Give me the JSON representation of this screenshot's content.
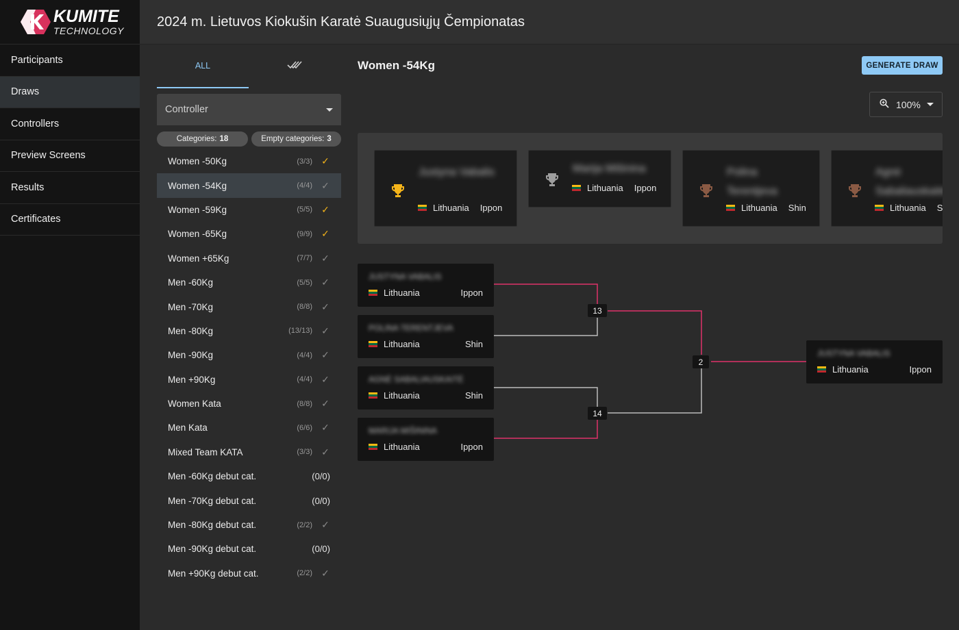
{
  "app": {
    "logo_title": "KUMITE",
    "logo_subtitle": "TECHNOLOGY",
    "header_title": "2024 m. Lietuvos Kiokušin Karatė Suaugusiųjų Čempionatas"
  },
  "nav": [
    "Participants",
    "Draws",
    "Controllers",
    "Preview Screens",
    "Results",
    "Certificates"
  ],
  "tabs": {
    "all": "ALL",
    "done_icon": "double-check-icon"
  },
  "controller_select": {
    "value": "Controller"
  },
  "chips": {
    "categories_label": "Categories:",
    "categories_value": "18",
    "empty_label": "Empty categories:",
    "empty_value": "3"
  },
  "categories": [
    {
      "name": "Women -50Kg",
      "count": "(3/3)",
      "check": "gold"
    },
    {
      "name": "Women -54Kg",
      "count": "(4/4)",
      "check": "grey"
    },
    {
      "name": "Women -59Kg",
      "count": "(5/5)",
      "check": "gold"
    },
    {
      "name": "Women -65Kg",
      "count": "(9/9)",
      "check": "gold"
    },
    {
      "name": "Women +65Kg",
      "count": "(7/7)",
      "check": "grey"
    },
    {
      "name": "Men -60Kg",
      "count": "(5/5)",
      "check": "grey"
    },
    {
      "name": "Men -70Kg",
      "count": "(8/8)",
      "check": "grey"
    },
    {
      "name": "Men -80Kg",
      "count": "(13/13)",
      "check": "grey"
    },
    {
      "name": "Men -90Kg",
      "count": "(4/4)",
      "check": "grey"
    },
    {
      "name": "Men +90Kg",
      "count": "(4/4)",
      "check": "grey"
    },
    {
      "name": "Women Kata",
      "count": "(8/8)",
      "check": "grey"
    },
    {
      "name": "Men Kata",
      "count": "(6/6)",
      "check": "grey"
    },
    {
      "name": "Mixed Team KATA",
      "count": "(3/3)",
      "check": "grey"
    },
    {
      "name": "Men -60Kg debut cat.",
      "count": "(0/0)",
      "check": "none"
    },
    {
      "name": "Men -70Kg debut cat.",
      "count": "(0/0)",
      "check": "none"
    },
    {
      "name": "Men -80Kg debut cat.",
      "count": "(2/2)",
      "check": "grey"
    },
    {
      "name": "Men -90Kg debut cat.",
      "count": "(0/0)",
      "check": "none"
    },
    {
      "name": "Men +90Kg debut cat.",
      "count": "(2/2)",
      "check": "grey"
    }
  ],
  "main": {
    "category_title": "Women -54Kg",
    "generate_label": "GENERATE DRAW",
    "zoom_value": "100%"
  },
  "podium": [
    {
      "place": "gold",
      "name": "Justyna Vabalis",
      "country": "Lithuania",
      "club": "Ippon"
    },
    {
      "place": "silver",
      "name": "Marija Mišinina",
      "country": "Lithuania",
      "club": "Ippon"
    },
    {
      "place": "bronze",
      "name": "Polina Terentjeva",
      "country": "Lithuania",
      "club": "Shin"
    },
    {
      "place": "bronze",
      "name": "Agnė Sabaliauskaitė",
      "country": "Lithuania",
      "club": "Shin"
    }
  ],
  "bracket": {
    "fighters": [
      {
        "name": "JUSTYNA VABALIS",
        "country": "Lithuania",
        "club": "Ippon"
      },
      {
        "name": "POLINA TERENTJEVA",
        "country": "Lithuania",
        "club": "Shin"
      },
      {
        "name": "AGNĖ SABALIAUSKAITĖ",
        "country": "Lithuania",
        "club": "Shin"
      },
      {
        "name": "MARIJA MIŠININA",
        "country": "Lithuania",
        "club": "Ippon"
      }
    ],
    "matches": [
      "13",
      "14",
      "2"
    ],
    "winner": {
      "name": "JUSTYNA VABALIS",
      "country": "Lithuania",
      "club": "Ippon"
    }
  },
  "colors": {
    "accent": "#8ec9f5",
    "win_line": "#e0336a",
    "lose_line": "#bdbdbd",
    "gold": "#f4b41a",
    "silver": "#9e9e9e",
    "bronze": "#8a5a44"
  }
}
